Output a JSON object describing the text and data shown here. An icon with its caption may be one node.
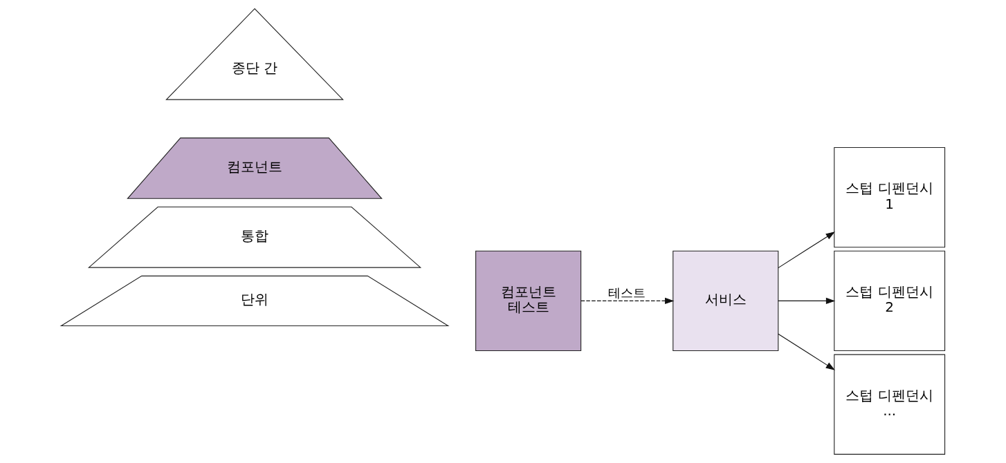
{
  "diagram": {
    "nodes": [
      {
        "text": [
          "종단 간"
        ]
      },
      {
        "text": [
          "컴포넌트"
        ]
      },
      {
        "text": [
          "통합"
        ]
      },
      {
        "text": [
          "단위"
        ]
      },
      {
        "text": [
          "컴포넌트 테스트"
        ]
      },
      {
        "text": [
          "서비스"
        ]
      },
      {
        "text": [
          "스텁 디펜던시 1"
        ]
      },
      {
        "text": [
          "스텁 디펜던시 2"
        ]
      },
      {
        "text": [
          "스텁 디펜던시 ..."
        ]
      }
    ],
    "edges": [
      {
        "from": 4,
        "to": 5,
        "arrow": "to",
        "label": "테스트",
        "style": "dashed"
      },
      {
        "from": 5,
        "to": 6,
        "arrow": "to"
      },
      {
        "from": 5,
        "to": 7,
        "arrow": "to"
      },
      {
        "from": 5,
        "to": 8,
        "arrow": "to"
      }
    ]
  }
}
